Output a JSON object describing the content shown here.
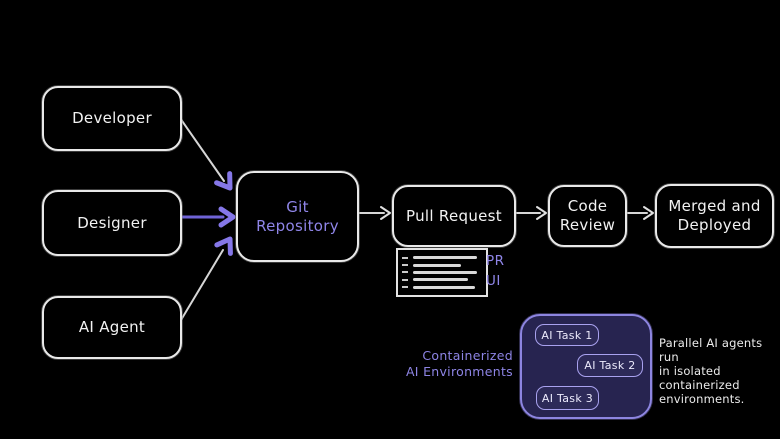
{
  "diagram": {
    "nodes": {
      "developer": {
        "label": "Developer"
      },
      "designer": {
        "label": "Designer"
      },
      "ai_agent": {
        "label": "AI Agent"
      },
      "git_repository": {
        "label": "Git Repository"
      },
      "pull_request": {
        "label": "Pull Request"
      },
      "code_review": {
        "label": "Code Review"
      },
      "merged_deployed": {
        "label": "Merged and Deployed"
      }
    },
    "pr_ui_label": [
      "PR",
      "UI"
    ],
    "container": {
      "label_lines": [
        "Containerized",
        "AI Environments"
      ],
      "tasks": [
        "AI Task 1",
        "AI Task 2",
        "AI Task 3"
      ]
    },
    "annotation_lines": [
      "Parallel AI agents run",
      "in isolated",
      "containerized",
      "environments."
    ],
    "colors": {
      "background": "#000000",
      "node_border": "#e9e9e9",
      "node_text": "#f2f2f2",
      "accent_purple_text": "#8f85e8",
      "arrow_white": "#d6d6d6",
      "arrow_purple_shaft": "#6f63d6",
      "arrow_purple_head": "#8577e8",
      "container_fill": "#272450",
      "container_border": "#8d85e0",
      "task_fill": "#2d2a58",
      "task_border": "#a9a2ef"
    }
  }
}
